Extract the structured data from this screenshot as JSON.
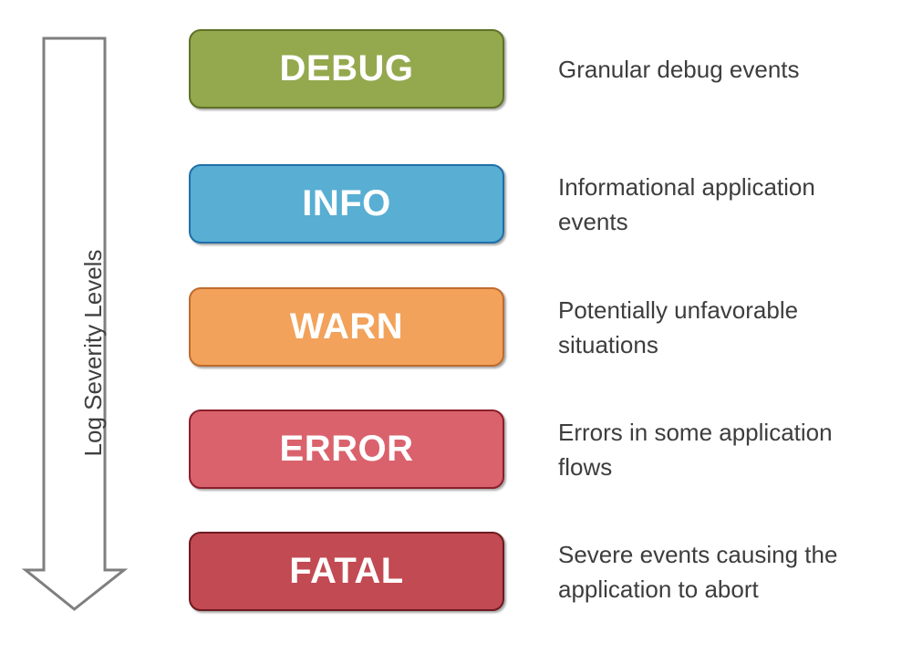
{
  "diagram": {
    "axis_label": "Log Severity Levels",
    "arrow": {
      "stroke": "#7f7f7f",
      "fill": "#ffffff"
    },
    "levels": [
      {
        "label": "DEBUG",
        "description": "Granular debug events",
        "fill": "#94a84e",
        "border": "#5f7226"
      },
      {
        "label": "INFO",
        "description": "Informational application events",
        "fill": "#58aed3",
        "border": "#1f6fa8"
      },
      {
        "label": "WARN",
        "description": "Potentially unfavorable situations",
        "fill": "#f2a25a",
        "border": "#bf6b30"
      },
      {
        "label": "ERROR",
        "description": "Errors in some application flows",
        "fill": "#da626c",
        "border": "#8c1f2c"
      },
      {
        "label": "FATAL",
        "description": "Severe events causing the application to abort",
        "fill": "#c24a52",
        "border": "#6e1a22"
      }
    ],
    "rows_top": [
      32,
      180,
      315,
      449,
      583
    ]
  }
}
